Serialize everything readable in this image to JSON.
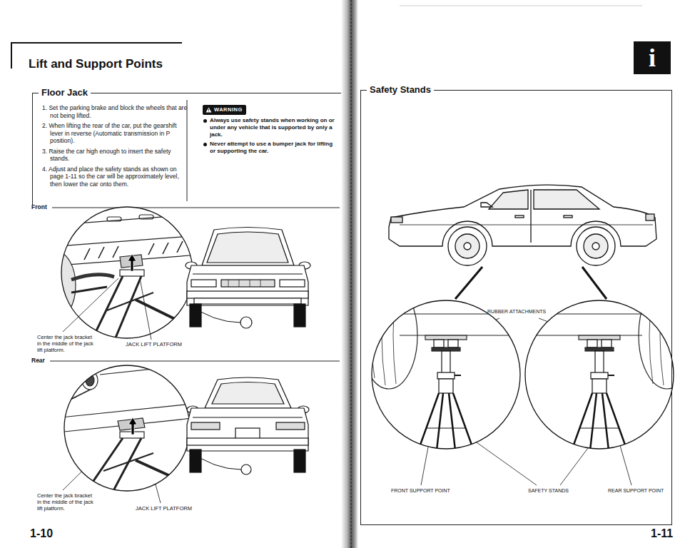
{
  "diagram": {
    "title": "Lift and Support Points",
    "nodes": [
      {
        "text": [
          "Floor Jack",
          "1. Set the parking brake and block the wheels that are not being lifted.",
          "2. When lifting the rear of the car, put the gearshift lever in reverse (Automatic transmission in P position).",
          "3. Raise the car high enough to insert the safety stands.",
          "4. Adjust and place the safety stands as shown on page 1-11 so the car will be approximately level, then lower the car onto them."
        ]
      },
      {
        "text": [
          "WARNING"
        ],
        "in": 0
      },
      {
        "text": [
          "i"
        ]
      },
      {
        "text": [
          "Safety Stands"
        ]
      }
    ],
    "labels": [
      "Always use safety stands when working on or under any vehicle that is supported by only a jack.",
      "Never attempt to use a bumper jack for lifting or supporting the car.",
      "Front",
      "Center the jack bracket in the middle of the jack lift platform.",
      "JACK LIFT PLATFORM",
      "Rear",
      "Center the jack bracket in the middle of the jack lift platform.",
      "JACK LIFT PLATFORM",
      "1-10",
      "RUBBER ATTACHMENTS",
      "FRONT SUPPORT POINT",
      "SAFETY STANDS",
      "REAR SUPPORT POINT",
      "1-11"
    ]
  }
}
